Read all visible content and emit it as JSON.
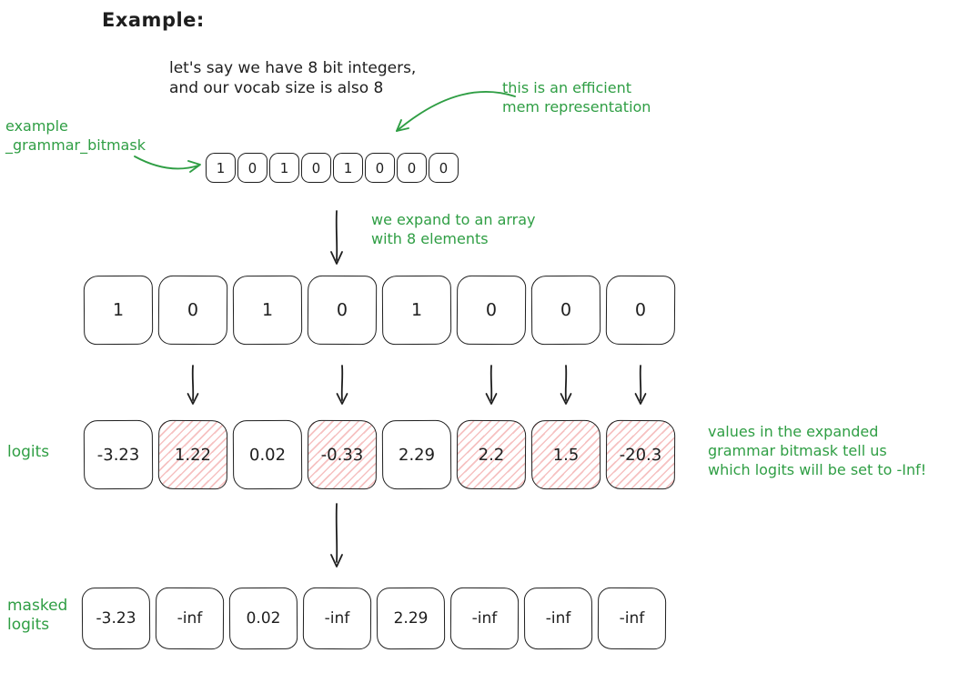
{
  "title": "Example:",
  "colors": {
    "green": "#2f9e44",
    "ink": "#1e1e1e",
    "hatch": "#e03131"
  },
  "intro": {
    "line1": "let's say we have 8 bit integers,",
    "line2": "and our vocab size is also 8"
  },
  "notes": {
    "efficient_mem": {
      "line1": "this is an efficient",
      "line2": "mem representation"
    },
    "bitmask_label": {
      "line1": "example",
      "line2": "_grammar_bitmask"
    },
    "expand": {
      "line1": "we expand to an array",
      "line2": "with 8 elements"
    },
    "values": {
      "line1": "values in the expanded",
      "line2": "grammar bitmask tell us",
      "line3": "which logits will be set to -Inf!"
    }
  },
  "labels": {
    "logits": "logits",
    "masked_line1": "masked",
    "masked_line2": "logits"
  },
  "rows": {
    "bitmask_compact": [
      "1",
      "0",
      "1",
      "0",
      "1",
      "0",
      "0",
      "0"
    ],
    "bitmask_expanded": [
      "1",
      "0",
      "1",
      "0",
      "1",
      "0",
      "0",
      "0"
    ],
    "logits": [
      "-3.23",
      "1.22",
      "0.02",
      "-0.33",
      "2.29",
      "2.2",
      "1.5",
      "-20.3"
    ],
    "logits_masked_flags": [
      false,
      true,
      false,
      true,
      false,
      true,
      true,
      true
    ],
    "masked_logits": [
      "-3.23",
      "-inf",
      "0.02",
      "-inf",
      "2.29",
      "-inf",
      "-inf",
      "-inf"
    ]
  }
}
